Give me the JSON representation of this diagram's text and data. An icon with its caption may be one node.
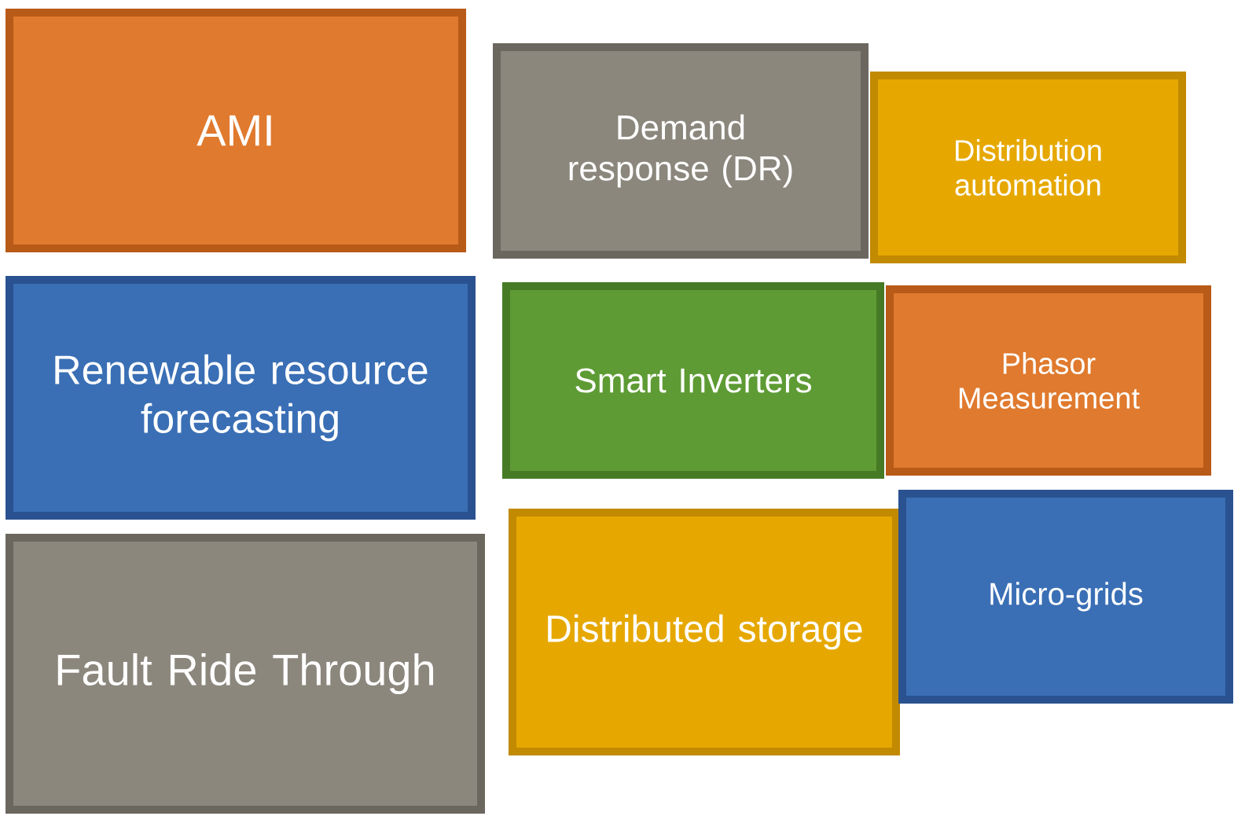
{
  "diagram": {
    "nodes": [
      {
        "text": [
          "AMI"
        ]
      },
      {
        "text": [
          "Demand response (DR)"
        ]
      },
      {
        "text": [
          "Distribution automation"
        ]
      },
      {
        "text": [
          "Renewable resource forecasting"
        ]
      },
      {
        "text": [
          "Smart Inverters"
        ]
      },
      {
        "text": [
          "Phasor Measurement"
        ]
      },
      {
        "text": [
          "Fault Ride Through"
        ]
      },
      {
        "text": [
          "Distributed storage"
        ]
      },
      {
        "text": [
          "Micro-grids"
        ]
      }
    ]
  }
}
